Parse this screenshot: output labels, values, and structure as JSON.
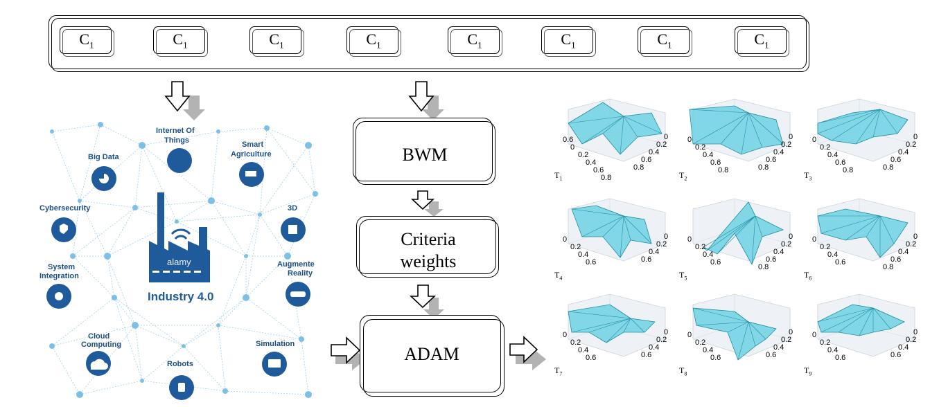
{
  "criteria": [
    {
      "main": "C",
      "sub": "1"
    },
    {
      "main": "C",
      "sub": "1"
    },
    {
      "main": "C",
      "sub": "1"
    },
    {
      "main": "C",
      "sub": "1"
    },
    {
      "main": "C",
      "sub": "1"
    },
    {
      "main": "C",
      "sub": "1"
    },
    {
      "main": "C",
      "sub": "1"
    },
    {
      "main": "C",
      "sub": "1"
    }
  ],
  "process": {
    "bwm": "BWM",
    "weights_line1": "Criteria",
    "weights_line2": "weights",
    "adam": "ADAM"
  },
  "industry": {
    "center": "Industry 4.0",
    "watermark": "alamy",
    "labels": {
      "iot1": "Internet Of",
      "iot2": "Things",
      "bigdata": "Big Data",
      "agri1": "Smart",
      "agri2": "Agriculture",
      "cyber": "Cybersecurity",
      "d3": "3D",
      "sys1": "System",
      "sys2": "Integration",
      "aug1": "Augmente",
      "aug2": "Reality",
      "cloud1": "Cloud",
      "cloud2": "Computing",
      "sim": "Simulation",
      "robots": "Robots"
    }
  },
  "plots": [
    {
      "label": "T",
      "sub": "1",
      "ticks_left": [
        "0.6",
        "0",
        "0.2",
        "0.4",
        "0.6",
        "0.8"
      ],
      "ticks_right": [
        "0",
        "0.2",
        "0.4",
        "0.6",
        "0.8"
      ]
    },
    {
      "label": "T",
      "sub": "2",
      "ticks_left": [
        "0",
        "0.2",
        "0.4",
        "0.6",
        "0.8"
      ],
      "ticks_right": [
        "0",
        "0.2",
        "0.4",
        "0.6",
        "0.8"
      ]
    },
    {
      "label": "T",
      "sub": "3",
      "ticks_left": [
        "0",
        "0.2",
        "0.4",
        "0.6",
        "0.8"
      ],
      "ticks_right": [
        "0",
        "0.2",
        "0.4",
        "0.6",
        "0.8"
      ]
    },
    {
      "label": "T",
      "sub": "4",
      "ticks_left": [
        "0",
        "0.2",
        "0.4",
        "0.6"
      ],
      "ticks_right": [
        "0",
        "0.2",
        "0.4",
        "0.6"
      ]
    },
    {
      "label": "T",
      "sub": "5",
      "ticks_left": [
        "0",
        "0.2",
        "0.4",
        "0.6"
      ],
      "ticks_right": [
        "0",
        "0.2",
        "0.4",
        "0.6",
        "0.8"
      ]
    },
    {
      "label": "T",
      "sub": "6",
      "ticks_left": [
        "0",
        "0.2",
        "0.4",
        "0.6"
      ],
      "ticks_right": [
        "0",
        "0.2",
        "0.4",
        "0.6",
        "0.8"
      ]
    },
    {
      "label": "T",
      "sub": "7",
      "ticks_left": [
        "0",
        "0.2",
        "0.4",
        "0.6"
      ],
      "ticks_right": [
        "0",
        "0.2",
        "0.4",
        "0.6"
      ]
    },
    {
      "label": "T",
      "sub": "8",
      "ticks_left": [
        "0",
        "0.2",
        "0.4",
        "0.6"
      ],
      "ticks_right": [
        "0",
        "0.2",
        "0.4",
        "0.6"
      ]
    },
    {
      "label": "T",
      "sub": "9",
      "ticks_left": [
        "0",
        "0.2",
        "0.4",
        "0.6"
      ],
      "ticks_right": [
        "0",
        "0.2",
        "0.4",
        "0.6"
      ]
    }
  ],
  "colors": {
    "surface": "#5ccde0",
    "surface_edge": "#1f8ea3",
    "industry_blue": "#1f5b9a",
    "network": "#7cc0e6",
    "arrow_gray": "#b3b3b3"
  }
}
